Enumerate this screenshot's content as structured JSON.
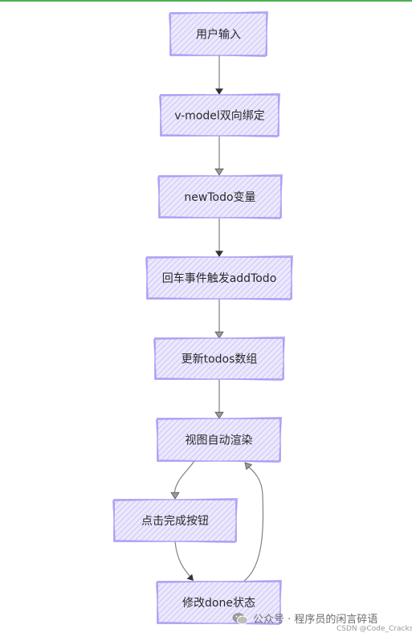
{
  "nodes": [
    {
      "id": "n1",
      "label": "用户输入"
    },
    {
      "id": "n2",
      "label": "v-model双向绑定"
    },
    {
      "id": "n3",
      "label": "newTodo变量"
    },
    {
      "id": "n4",
      "label": "回车事件触发addTodo"
    },
    {
      "id": "n5",
      "label": "更新todos数组"
    },
    {
      "id": "n6",
      "label": "视图自动渲染"
    },
    {
      "id": "n7",
      "label": "点击完成按钮"
    },
    {
      "id": "n8",
      "label": "修改done状态"
    }
  ],
  "edges": [
    {
      "from": "n1",
      "to": "n2"
    },
    {
      "from": "n2",
      "to": "n3"
    },
    {
      "from": "n3",
      "to": "n4"
    },
    {
      "from": "n4",
      "to": "n5"
    },
    {
      "from": "n5",
      "to": "n6"
    },
    {
      "from": "n6",
      "to": "n7"
    },
    {
      "from": "n7",
      "to": "n8"
    },
    {
      "from": "n8",
      "to": "n6"
    }
  ],
  "watermark": {
    "text": "公众号 · 程序员的闲言碎语",
    "sub": "CSDN @Code_Cracks"
  },
  "colors": {
    "node_fill": "#ece9fd",
    "node_border": "#9a8bf0",
    "edge": "#808080",
    "top_rule": "#4caf50"
  }
}
